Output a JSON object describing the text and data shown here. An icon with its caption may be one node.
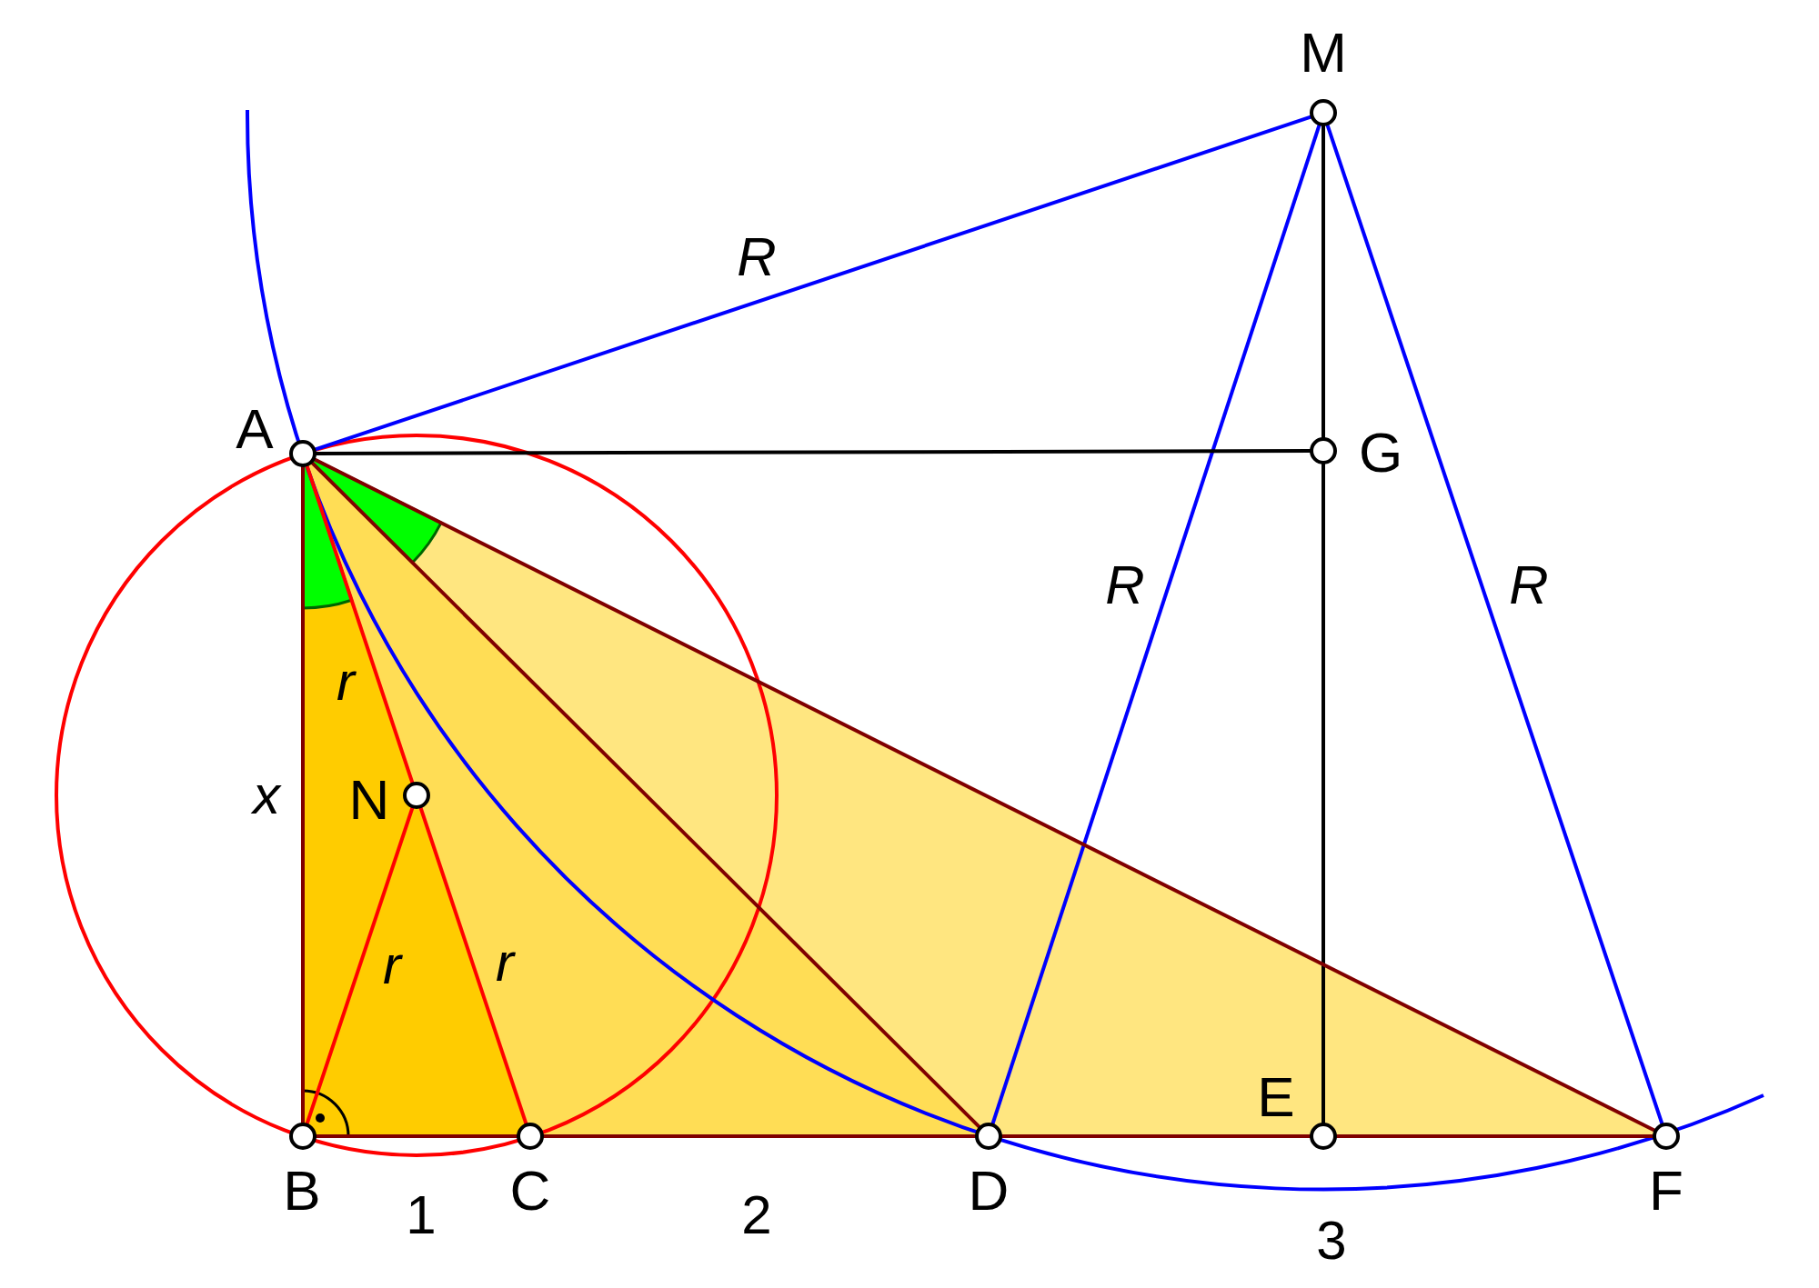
{
  "diagram": {
    "nodes": [
      {
        "text": [],
        "shape": "circle",
        "beside": [
          "M"
        ]
      },
      {
        "text": [],
        "shape": "circle",
        "beside": [
          "A"
        ]
      },
      {
        "text": [],
        "shape": "circle",
        "beside": [
          "G"
        ]
      },
      {
        "text": [],
        "shape": "circle",
        "beside": [
          "N"
        ]
      },
      {
        "text": [],
        "shape": "circle",
        "beside": [
          "B"
        ]
      },
      {
        "text": [],
        "shape": "circle",
        "beside": [
          "C"
        ]
      },
      {
        "text": [],
        "shape": "circle",
        "beside": [
          "D"
        ]
      },
      {
        "text": [],
        "shape": "circle",
        "beside": [
          "E"
        ]
      },
      {
        "text": [],
        "shape": "circle",
        "beside": [
          "F"
        ]
      }
    ],
    "edges": [
      {
        "from": 1,
        "to": 0,
        "arrow": "none",
        "label": "R",
        "color": "#0000ff"
      },
      {
        "from": 0,
        "to": 6,
        "arrow": "none",
        "label": "R",
        "color": "#0000ff"
      },
      {
        "from": 0,
        "to": 8,
        "arrow": "none",
        "label": "R",
        "color": "#0000ff"
      },
      {
        "from": 1,
        "to": 2,
        "arrow": "none",
        "color": "#000000"
      },
      {
        "from": 0,
        "to": 2,
        "arrow": "none",
        "color": "#000000"
      },
      {
        "from": 2,
        "to": 7,
        "arrow": "none",
        "color": "#000000"
      },
      {
        "from": 1,
        "to": 4,
        "arrow": "none",
        "label": "x"
      },
      {
        "from": 4,
        "to": 5,
        "arrow": "none",
        "label": "1"
      },
      {
        "from": 5,
        "to": 6,
        "arrow": "none",
        "label": "2"
      },
      {
        "from": 6,
        "to": 7,
        "arrow": "none"
      },
      {
        "from": 7,
        "to": 8,
        "arrow": "none"
      },
      {
        "from": 1,
        "to": 3,
        "arrow": "none",
        "label": "r",
        "color": "#ff0000"
      },
      {
        "from": 3,
        "to": 5,
        "arrow": "none",
        "label": "r",
        "color": "#ff0000"
      },
      {
        "from": 4,
        "to": 3,
        "arrow": "none",
        "label": "r",
        "color": "#ff0000"
      },
      {
        "from": 1,
        "to": 6,
        "arrow": "none"
      },
      {
        "from": 1,
        "to": 8,
        "arrow": "none"
      }
    ],
    "labels": [
      "3"
    ]
  }
}
